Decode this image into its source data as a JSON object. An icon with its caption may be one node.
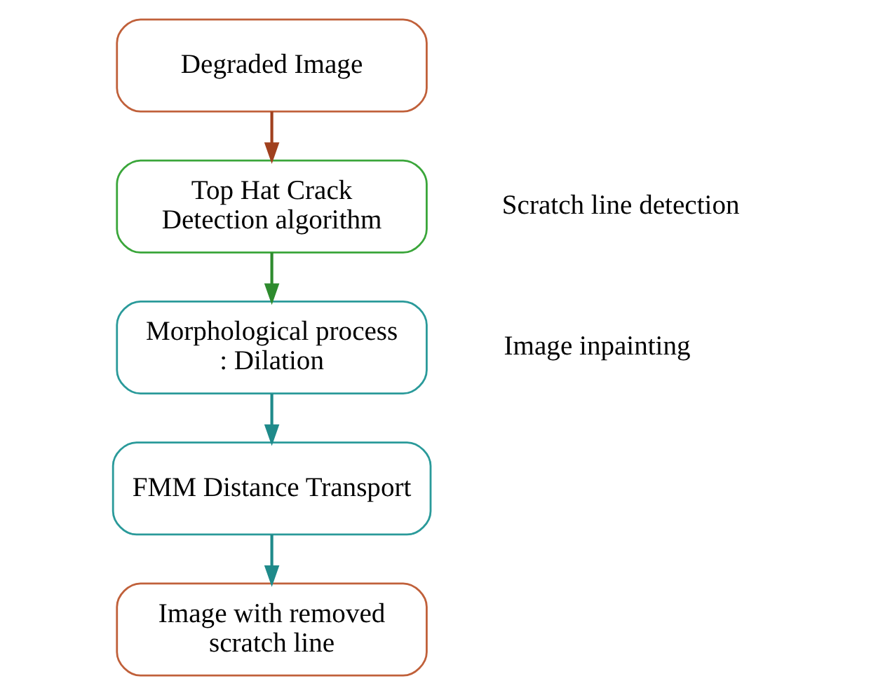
{
  "diagram": {
    "nodes": [
      {
        "text": [
          "Degraded Image"
        ]
      },
      {
        "text": [
          "Top Hat Crack Detection algorithm"
        ]
      },
      {
        "text": [
          "Morphological process : Dilation"
        ]
      },
      {
        "text": [
          "FMM Distance Transport"
        ]
      },
      {
        "text": [
          "Image with removed scratch line"
        ]
      }
    ],
    "edges": [
      {
        "from": 0,
        "to": 1,
        "arrow": "to",
        "color": "#a0401e"
      },
      {
        "from": 1,
        "to": 2,
        "arrow": "to",
        "color": "#2e8b2e"
      },
      {
        "from": 2,
        "to": 3,
        "arrow": "to",
        "color": "#1f8a8a"
      },
      {
        "from": 3,
        "to": 4,
        "arrow": "to",
        "color": "#1f8a8a"
      }
    ],
    "labels": [
      "Scratch line detection",
      "Image inpainting"
    ]
  }
}
